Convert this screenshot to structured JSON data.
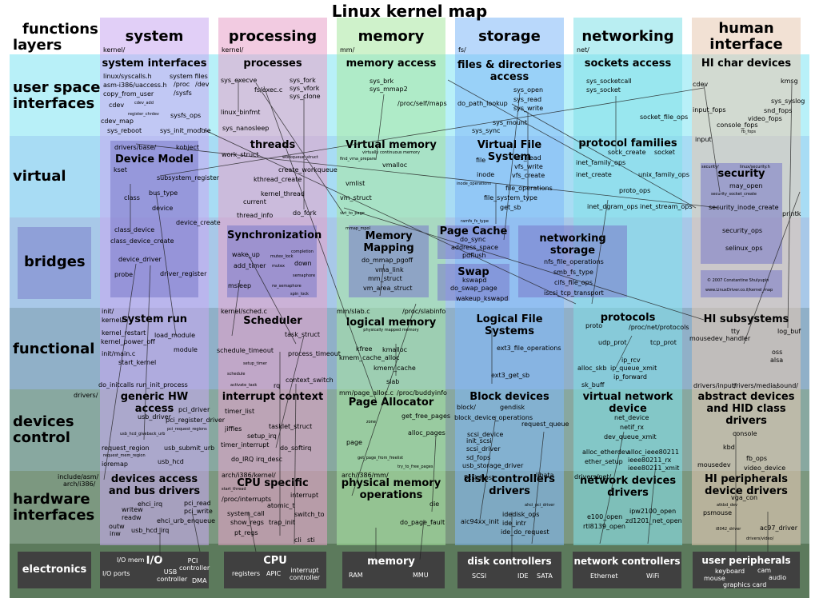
{
  "title": "Linux kernel map",
  "corner": {
    "line1": "functions",
    "line2": "layers"
  },
  "columns": [
    {
      "label": "system",
      "dir": "kernel/"
    },
    {
      "label": "processing",
      "dir": "kernel/"
    },
    {
      "label": "memory",
      "dir": "mm/"
    },
    {
      "label": "storage",
      "dir": "fs/"
    },
    {
      "label": "networking",
      "dir": "net/"
    },
    {
      "label": "human interface",
      "dir": ""
    }
  ],
  "rows": [
    {
      "label": "user space interfaces"
    },
    {
      "label": "virtual"
    },
    {
      "label": "bridges"
    },
    {
      "label": "functional"
    },
    {
      "label": "devices control"
    },
    {
      "label": "hardware interfaces"
    },
    {
      "label": "electronics"
    }
  ],
  "cells": {
    "sys_if": "system interfaces",
    "processes": "processes",
    "mem_access": "memory access",
    "files_dirs": "files & directories access",
    "sockets": "sockets access",
    "hi_char": "HI char devices",
    "device_model": "Device Model",
    "threads": "threads",
    "virt_mem": "Virtual memory",
    "virt_mem_sub": "virtually continuous memory",
    "vfs": "Virtual File System",
    "proto_fam": "protocol families",
    "security": "security",
    "sync": "Synchronization",
    "mem_map": "Memory Mapping",
    "page_cache": "Page Cache",
    "swap": "Swap",
    "net_storage": "networking storage",
    "system_run": "system run",
    "scheduler": "Scheduler",
    "logical_mem": "logical memory",
    "logical_mem_sub": "physically mapped memory",
    "logical_fs": "Logical File Systems",
    "protocols": "protocols",
    "hi_subsys": "HI subsystems",
    "generic_hw": "generic HW access",
    "irq_ctx": "interrupt context",
    "page_alloc": "Page Allocator",
    "block_dev": "Block devices",
    "virt_netdev": "virtual network device",
    "abstract_dev": "abstract devices and HID class drivers",
    "dev_access": "devices access and bus drivers",
    "cpu_specific": "CPU specific",
    "phys_mem": "physical memory operations",
    "disk_ctrl": "disk controllers drivers",
    "net_dev_drv": "network devices drivers",
    "hi_periph": "HI peripherals device drivers"
  },
  "electronics": {
    "label": "electronics",
    "io": {
      "title": "I/O",
      "items": [
        "I/O mem",
        "I/O ports",
        "USB controller",
        "PCI controller",
        "DMA"
      ]
    },
    "cpu": {
      "title": "CPU",
      "items": [
        "registers",
        "APIC",
        "interrupt controller"
      ]
    },
    "memory": {
      "title": "memory",
      "items": [
        "RAM",
        "MMU"
      ]
    },
    "disk": {
      "title": "disk controllers",
      "items": [
        "SCSI",
        "IDE",
        "SATA"
      ]
    },
    "net": {
      "title": "network controllers",
      "items": [
        "Ethernet",
        "WiFi"
      ]
    },
    "user": {
      "title": "user peripherals",
      "items": [
        "keyboard",
        "mouse",
        "graphics card",
        "cam",
        "audio"
      ]
    }
  },
  "symbols": [
    "linux/syscalls.h",
    "asm-i386/uaccess.h",
    "copy_from_user",
    "system files",
    "/proc",
    "/dev",
    "/sysfs",
    "cdev",
    "cdev_add",
    "register_chrdev",
    "cdev_map",
    "sysfs_ops",
    "sys_reboot",
    "sys_init_module",
    "sys_execve",
    "fs/exec.c",
    "sys_fork",
    "sys_vfork",
    "sys_clone",
    "linux_binfmt",
    "sys_nanosleep",
    "sys_brk",
    "sys_mmap2",
    "/proc/self/maps",
    "sys_open",
    "do_path_lookup",
    "sys_read",
    "sys_write",
    "sys_mount",
    "sys_sync",
    "sys_socketcall",
    "sys_socket",
    "socket_file_ops",
    "kmsg",
    "sys_syslog",
    "input_fops",
    "snd_fops",
    "video_fops",
    "console_fops",
    "fb_fops",
    "input",
    "drivers/base/",
    "kobject",
    "kset",
    "subsystem_register",
    "bus_type",
    "class",
    "device",
    "work_struct",
    "workqueue_struct",
    "create_workqueue",
    "kthread_create",
    "kernel_thread",
    "current",
    "thread_info",
    "do_fork",
    "find_vma_prepare",
    "vmalloc",
    "vmlist",
    "vm_struct",
    "virt_to_page",
    "file",
    "inode",
    "inode_operations",
    "vfs_read",
    "vfs_write",
    "vfs_create",
    "file_operations",
    "file_system_type",
    "get_sb",
    "sock_create",
    "socket",
    "inet_family_ops",
    "inet_create",
    "unix_family_ops",
    "proto_ops",
    "inet_dgram_ops",
    "inet_stream_ops",
    "security/",
    "linux/security.h",
    "may_open",
    "security_socket_create",
    "security_inode_create",
    "printk",
    "class_device",
    "class_device_create",
    "device_create",
    "device_driver",
    "driver_register",
    "probe",
    "wake_up",
    "mutex_lock",
    "add_timer",
    "mutex",
    "completion",
    "down",
    "semaphore",
    "msleep",
    "rw_semaphore",
    "spin_lock",
    "mmap_mpol",
    "do_mmap_pgoff",
    "vma_link",
    "mm_struct",
    "vm_area_struct",
    "ramfs_fs_type",
    "do_sync",
    "address_space",
    "pdflush",
    "kswapd",
    "do_swap_page",
    "wakeup_kswapd",
    "nfs_file_operations",
    "smb_fs_type",
    "cifs_file_ops",
    "iscsi_tcp_transport",
    "security_ops",
    "selinux_ops",
    "© 2007 Constantine Shulyupin",
    "www.LinuxDriver.co.il/kernel_map",
    "init/",
    "kernel/",
    "kernel_restart",
    "kernel_power_off",
    "load_module",
    "module",
    "init/main.c",
    "start_kernel",
    "do_initcalls",
    "run_init_process",
    "kernel/sched.c",
    "task_struct",
    "schedule_timeout",
    "setup_timer",
    "process_timeout",
    "schedule",
    "activate_task",
    "rq",
    "context_switch",
    "mm/slab.c",
    "/proc/slabinfo",
    "kfree",
    "kmalloc",
    "kmem_cache_alloc",
    "kmem_cache",
    "slab",
    "ext3_file_operations",
    "ext3_get_sb",
    "proto",
    "/proc/net/protocols",
    "udp_prot",
    "tcp_prot",
    "ip_rcv",
    "alloc_skb",
    "ip_queue_xmit",
    "sk_buff",
    "ip_forward",
    "tty",
    "log_buf",
    "mousedev_handler",
    "oss",
    "alsa",
    "drivers/",
    "usb_driver",
    "pci_driver",
    "pci_register_driver",
    "usb_hcd_giveback_urb",
    "pci_request_regions",
    "request_region",
    "request_mem_region",
    "usb_submit_urb",
    "ioremap",
    "usb_hcd",
    "timer_list",
    "tasklet_struct",
    "jiffies",
    "setup_irq",
    "do_softirq",
    "timer_interrupt",
    "do_IRQ",
    "irq_desc",
    "mm/page_alloc.c",
    "/proc/buddyinfo",
    "get_free_pages",
    "zone",
    "alloc_pages",
    "page",
    "get_page_from_freelist",
    "try_to_free_pages",
    "block/",
    "gendisk",
    "block_device_operations",
    "request_queue",
    "scsi_device",
    "init_scsi",
    "scsi_driver",
    "sd_fops",
    "usb_storage_driver",
    "net_device",
    "netif_rx",
    "dev_queue_xmit",
    "alloc_etherdev",
    "alloc_ieee80211",
    "ether_setup",
    "ieee80211_rx",
    "ieee80211_xmit",
    "drivers/input/",
    "drivers/media/",
    "sound/",
    "console",
    "kbd",
    "fb_ops",
    "mousedev",
    "video_device",
    "include/asm/",
    "arch/i386/",
    "ehci_irq",
    "pci_read",
    "writew",
    "pci_write",
    "readw",
    "ehci_urb_enqueue",
    "outw",
    "inw",
    "usb_hcd_irq",
    "arch/i386/kernel/",
    "start_thread",
    "/proc/interrupts",
    "atomic_t",
    "interrupt",
    "system_call",
    "switch_to",
    "show_regs",
    "trap_init",
    "pt_regs",
    "cli",
    "sti",
    "arch/i386/mm/",
    "die",
    "do_page_fault",
    "Scsi_Host",
    "libata",
    "ahci_pci_driver",
    "aic94xx_init",
    "idedisk_ops",
    "ide_intr",
    "ide_do_request",
    "drivers/net/",
    "e100_open",
    "ipw2100_open",
    "rtl8139_open",
    "zd1201_net_open",
    "vga_con",
    "atkbd_dev",
    "psmouse",
    "i8042_driver",
    "ac97_driver",
    "drivers/video/"
  ]
}
